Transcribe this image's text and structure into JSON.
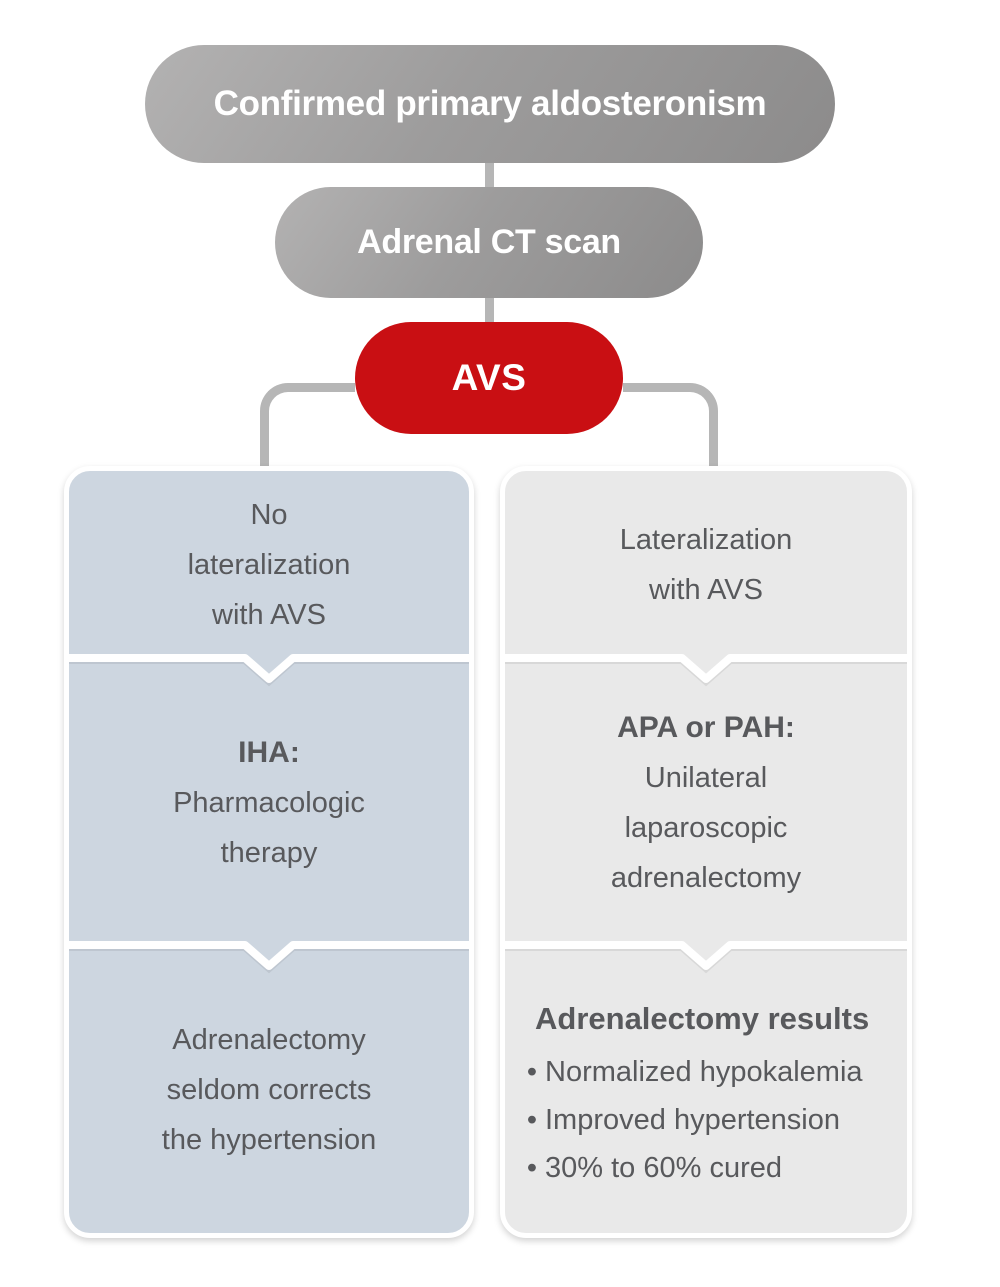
{
  "nodes": {
    "confirmed": "Confirmed primary aldosteronism",
    "ct_scan": "Adrenal CT scan",
    "avs": "AVS"
  },
  "left_branch": {
    "sections": [
      {
        "lines": [
          "No",
          "lateralization",
          "with AVS"
        ]
      },
      {
        "heading": "IHA:",
        "lines": [
          "Pharmacologic",
          "therapy"
        ]
      },
      {
        "lines": [
          "Adrenalectomy",
          "seldom corrects",
          "the hypertension"
        ]
      }
    ]
  },
  "right_branch": {
    "bullet_char": "•",
    "sections": [
      {
        "lines": [
          "Lateralization",
          "with AVS"
        ]
      },
      {
        "heading": "APA or PAH:",
        "lines": [
          "Unilateral",
          "laparoscopic",
          "adrenalectomy"
        ]
      },
      {
        "heading": "Adrenalectomy results",
        "bullets": [
          "Normalized hypokalemia",
          "Improved hypertension",
          "30% to 60% cured"
        ]
      }
    ]
  },
  "colors": {
    "avs_red": "#c90f13",
    "pill_gray_light": "#b3b2b2",
    "pill_gray_dark": "#8c8b8b",
    "connector_gray": "#b6b6b6",
    "left_column_bg": "#cdd6e0",
    "right_column_bg": "#e9e9e9",
    "body_text": "#58595c",
    "pill_text": "#ffffff",
    "divider_white": "#ffffff"
  }
}
